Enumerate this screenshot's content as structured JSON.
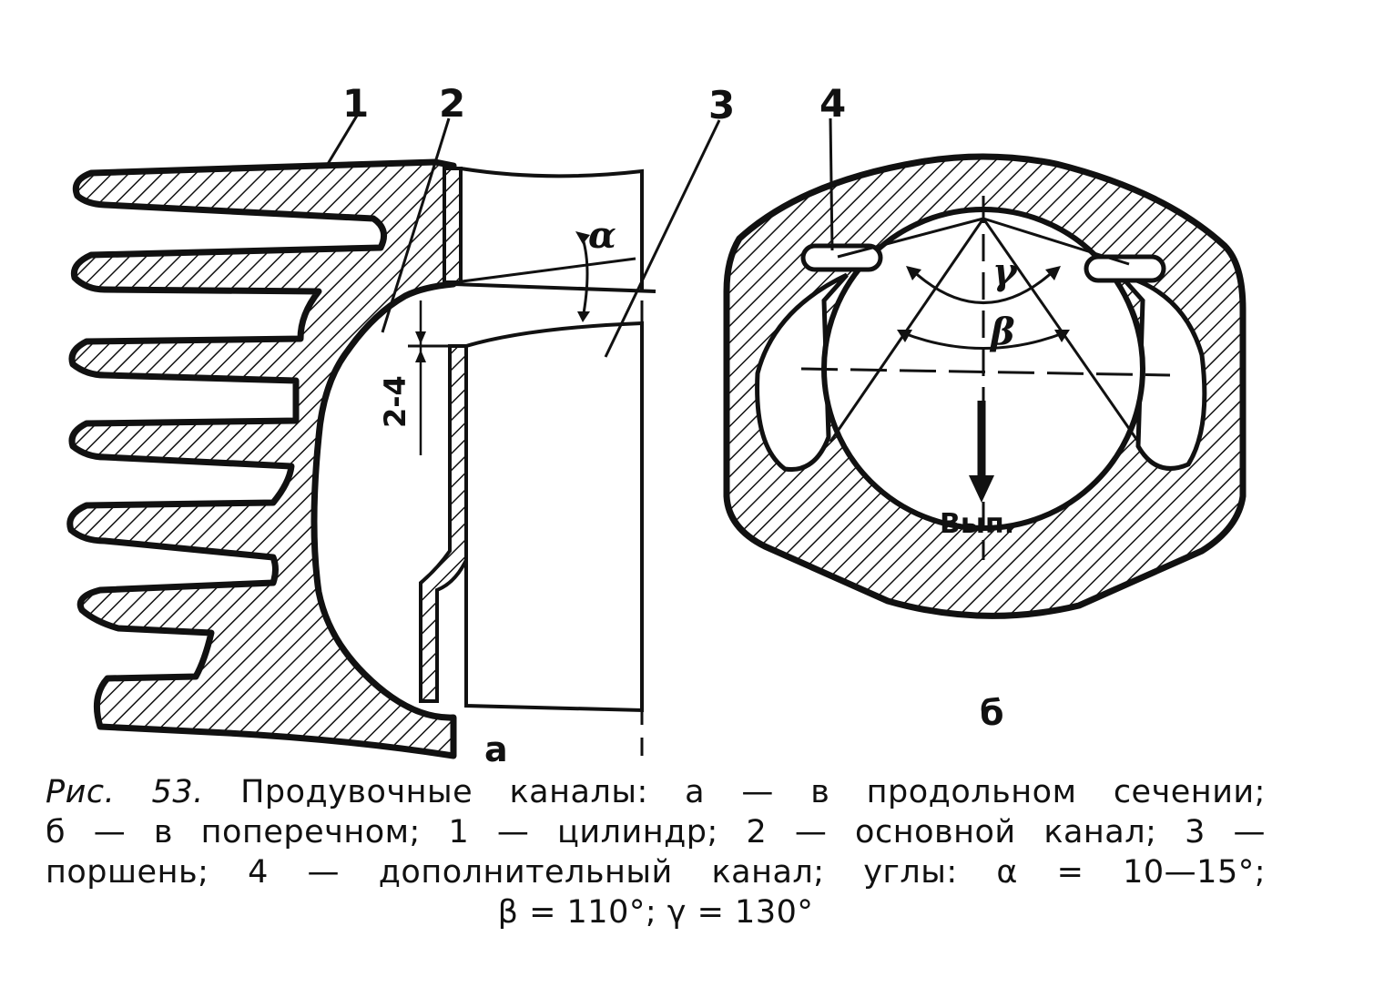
{
  "labels": {
    "part_1": "1",
    "part_2": "2",
    "part_3": "3",
    "part_4": "4",
    "gap": "2-4",
    "alpha": "α",
    "beta": "β",
    "gamma": "γ",
    "exhaust": "Вып.",
    "view_a": "а",
    "view_b": "б"
  },
  "caption": {
    "figure_number": "Рис. 53.",
    "line1_rest": "Продувочные каналы: а — в продольном сечении;",
    "line2": "б — в поперечном; 1 — цилиндр; 2 — основной канал; 3 —",
    "line3": "поршень; 4 — дополнительный канал; углы: α = 10—15°;",
    "line4": "β = 110°; γ = 130°"
  },
  "colors": {
    "ink": "#111111",
    "paper": "#ffffff"
  }
}
